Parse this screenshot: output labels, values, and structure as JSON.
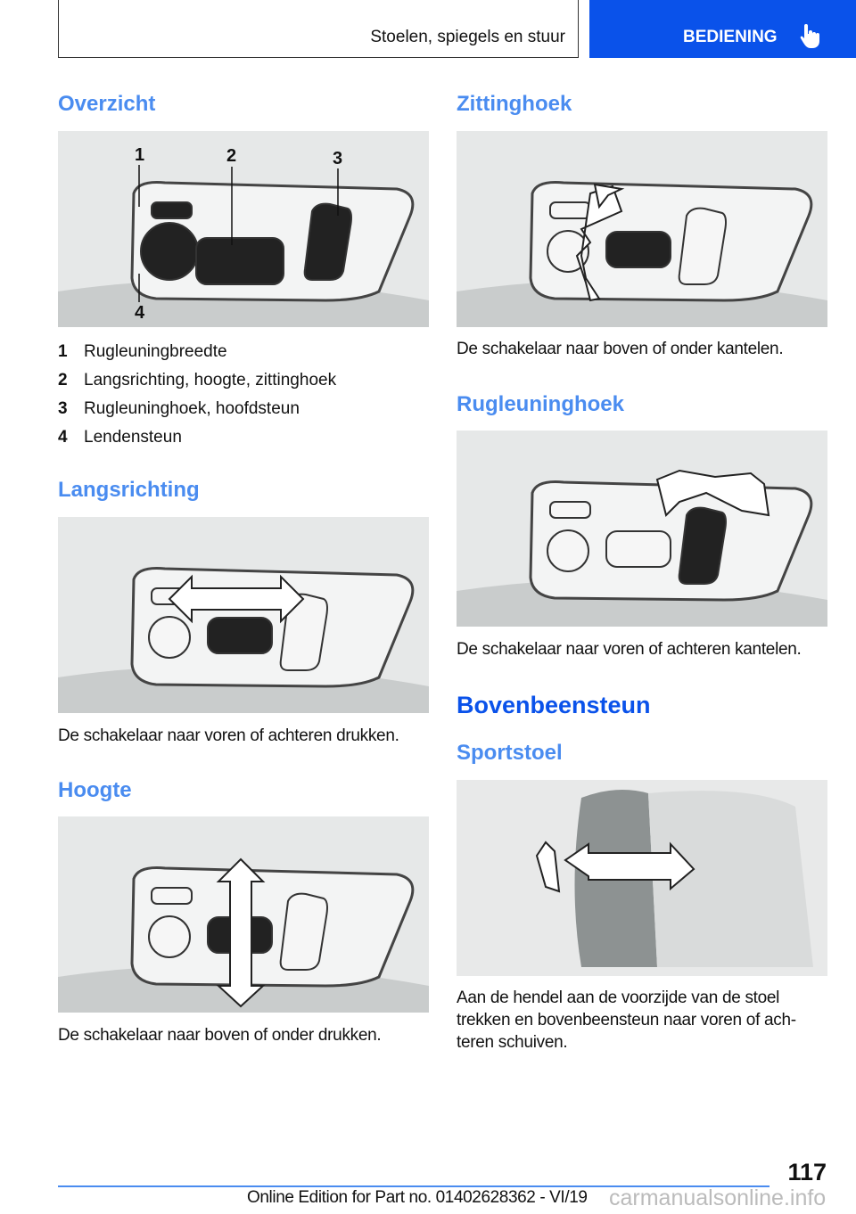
{
  "header": {
    "section_title": "Stoelen, spiegels en stuur",
    "tab_label": "BEDIENING"
  },
  "left": {
    "overzicht": {
      "heading": "Overzicht",
      "callouts": [
        "1",
        "2",
        "3",
        "4"
      ],
      "items": [
        {
          "num": "1",
          "label": "Rugleuningbreedte"
        },
        {
          "num": "2",
          "label": "Langsrichting, hoogte, zittinghoek"
        },
        {
          "num": "3",
          "label": "Rugleuninghoek, hoofdsteun"
        },
        {
          "num": "4",
          "label": "Lendensteun"
        }
      ]
    },
    "langsrichting": {
      "heading": "Langsrichting",
      "text": "De schakelaar naar voren of achteren drukken."
    },
    "hoogte": {
      "heading": "Hoogte",
      "text": "De schakelaar naar boven of onder drukken."
    }
  },
  "right": {
    "zittinghoek": {
      "heading": "Zittinghoek",
      "text": "De schakelaar naar boven of onder kantelen."
    },
    "rugleuninghoek": {
      "heading": "Rugleuninghoek",
      "text": "De schakelaar naar voren of achteren kantelen."
    },
    "bovenbeensteun": {
      "heading": "Bovenbeensteun",
      "subheading": "Sportstoel",
      "text": "Aan de hendel aan de voorzijde van de stoel trekken en bovenbeensteun naar voren of ach-teren schuiven."
    }
  },
  "footer": {
    "page_number": "117",
    "edition": "Online Edition for Part no. 01402628362 - VI/19",
    "watermark": "carmanualsonline.info"
  }
}
